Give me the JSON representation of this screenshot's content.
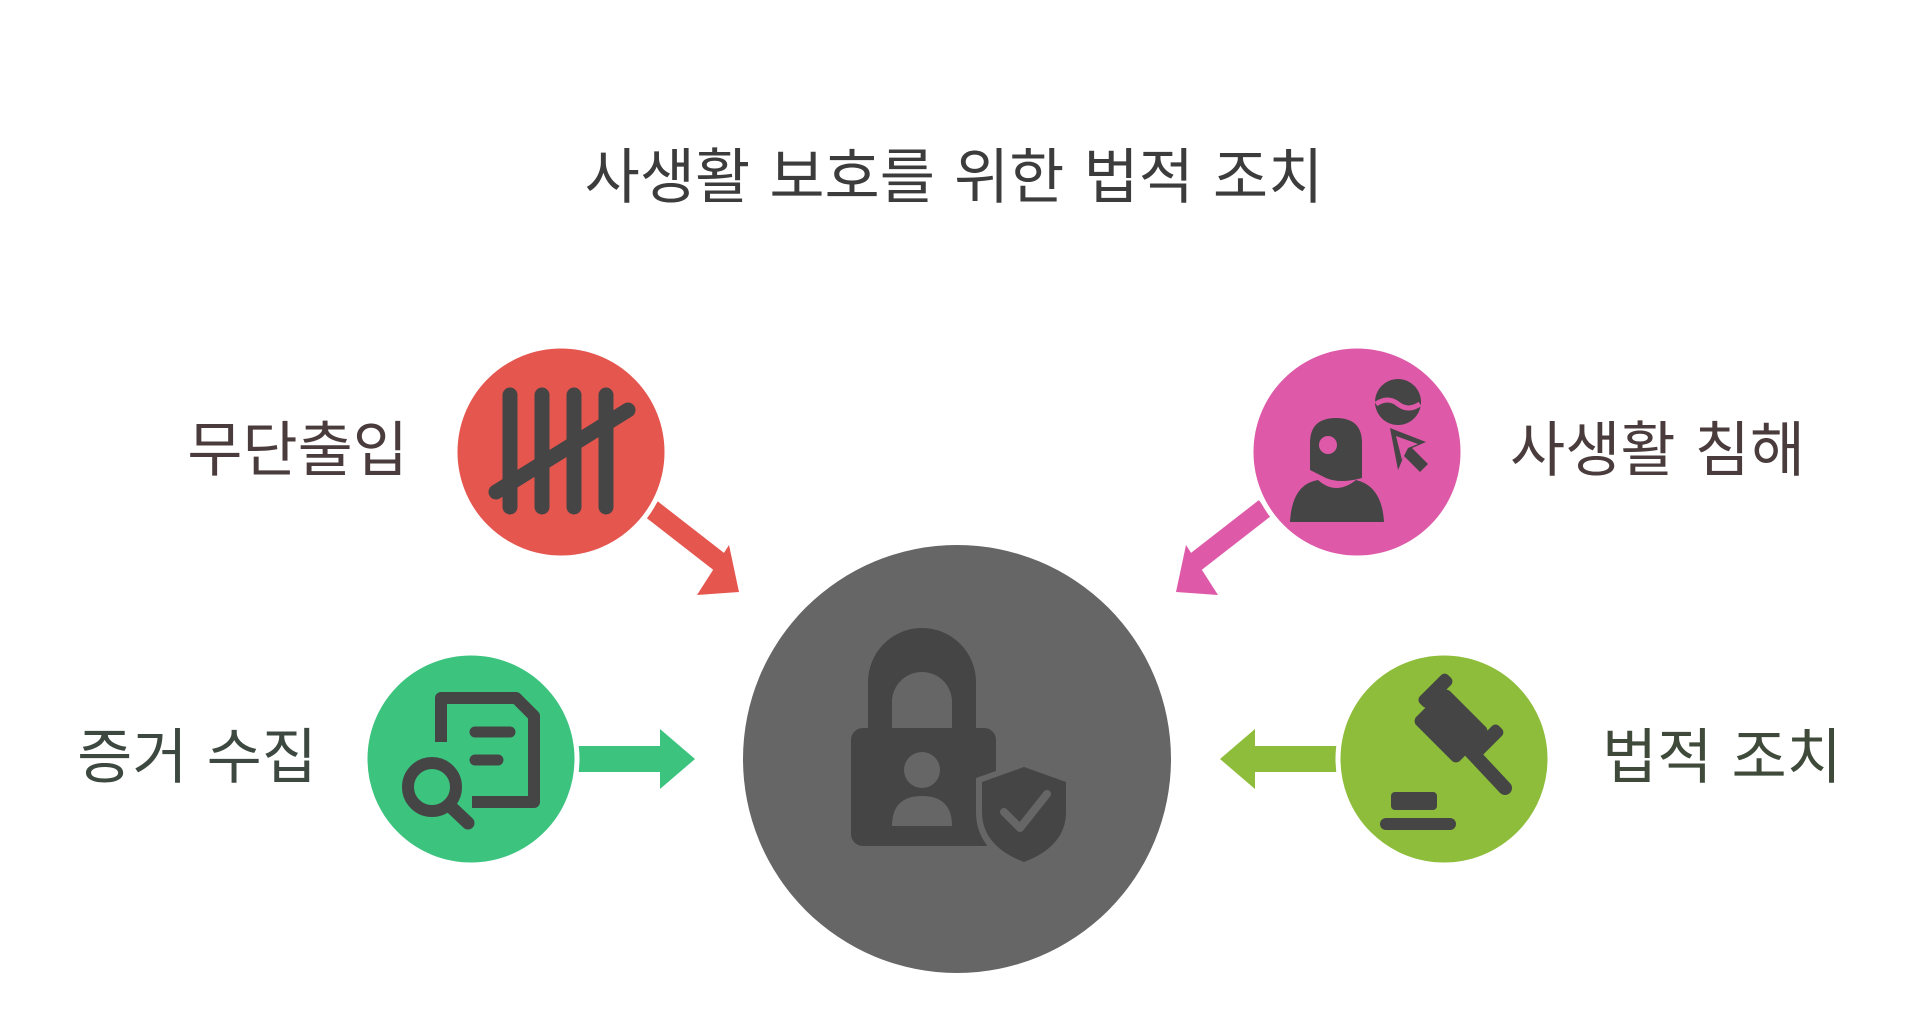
{
  "title": "사생활 보호를 위한 법적 조치",
  "center": {
    "icon": "lock-with-person-and-shield-check-icon",
    "color": "#666666"
  },
  "items": [
    {
      "label": "무단출입",
      "icon": "tally-marks-icon",
      "color": "#e5564f",
      "arrow": "toward-center"
    },
    {
      "label": "사생활 침해",
      "icon": "person-with-cursor-icon",
      "color": "#de5aa9",
      "arrow": "toward-center"
    },
    {
      "label": "증거 수집",
      "icon": "document-search-icon",
      "color": "#3cc47f",
      "arrow": "toward-center"
    },
    {
      "label": "법적 조치",
      "icon": "gavel-icon",
      "color": "#8dbd3a",
      "arrow": "toward-center"
    }
  ],
  "icon_color": "#454545"
}
